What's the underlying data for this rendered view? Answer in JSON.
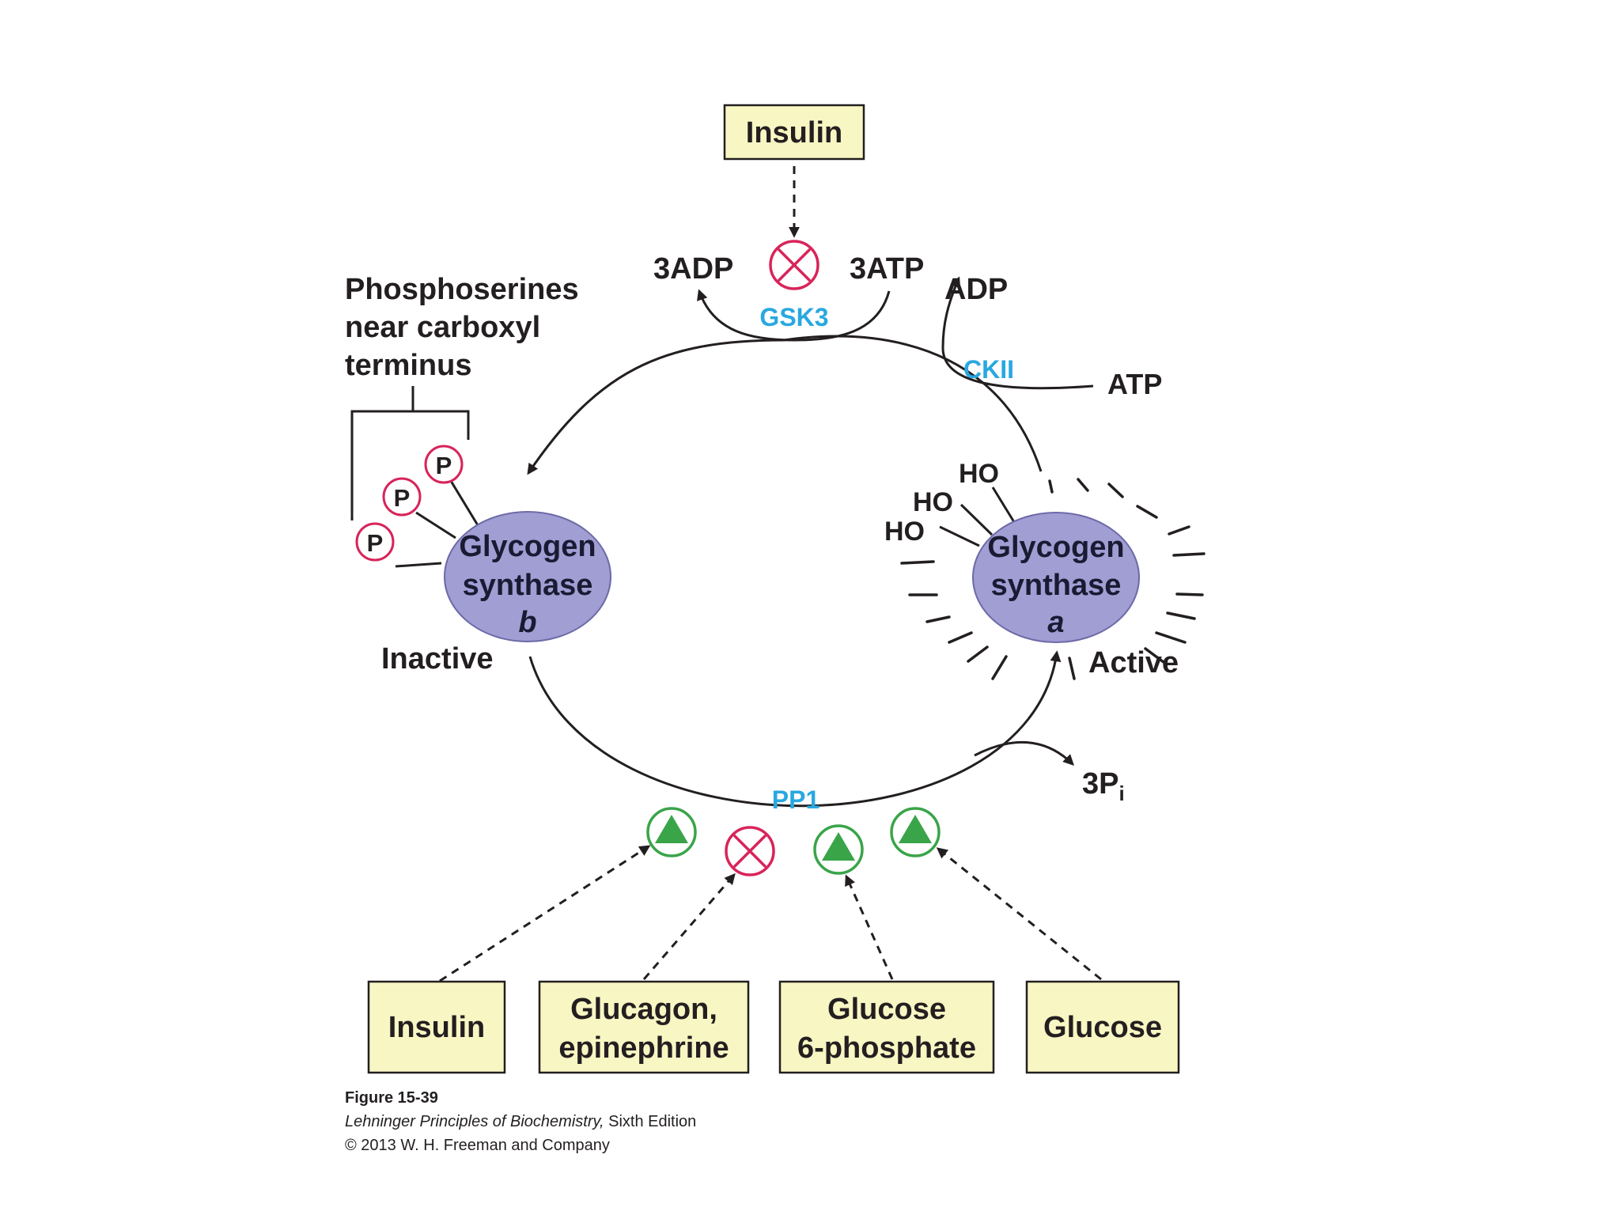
{
  "inputs": {
    "top_insulin": "Insulin",
    "bottom_insulin": "Insulin",
    "glucagon_line1": "Glucagon,",
    "glucagon_line2": "epinephrine",
    "g6p_line1": "Glucose",
    "g6p_line2": "6-phosphate",
    "glucose": "Glucose"
  },
  "enzymes": {
    "gsk3": "GSK3",
    "ckii": "CKII",
    "pp1": "PP1"
  },
  "reagents": {
    "adp3": "3ADP",
    "atp3": "3ATP",
    "adp": "ADP",
    "atp": "ATP",
    "pi3": "3P",
    "pi_subscript": "i"
  },
  "synthase_b": {
    "line1": "Glycogen",
    "line2": "synthase",
    "form": "b",
    "state": "Inactive",
    "phosphate_label": "P"
  },
  "synthase_a": {
    "line1": "Glycogen",
    "line2": "synthase",
    "form": "a",
    "state": "Active",
    "hydroxyl_label": "HO"
  },
  "phosphoserine_note": {
    "line1": "Phosphoserines",
    "line2": "near carboxyl",
    "line3": "terminus"
  },
  "caption": {
    "figure": "Figure 15-39",
    "book": "Lehninger Principles of Biochemistry,",
    "edition": " Sixth Edition",
    "copyright": "© 2013 W. H. Freeman and Company"
  },
  "colors": {
    "enzyme_text": "#29a8e0",
    "inhibition": "#d8245a",
    "activation": "#3aa449",
    "input_box": "#f8f6c3",
    "synthase": "#a19ed4"
  },
  "icons": {
    "inhibition": "circled-x-icon",
    "activation": "circled-up-triangle-icon"
  }
}
